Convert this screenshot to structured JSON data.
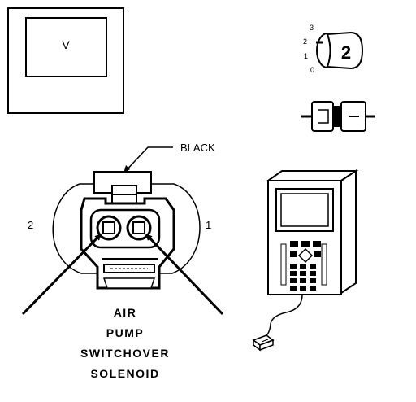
{
  "voltmeter": {
    "display_label": "V"
  },
  "ignition_switch": {
    "positions": [
      "3",
      "2",
      "1",
      "0"
    ],
    "current_position": "2"
  },
  "connector": {
    "color_label": "BLACK",
    "pin_left_label": "2",
    "pin_right_label": "1"
  },
  "component_label_lines": [
    "AIR",
    "PUMP",
    "SWITCHOVER",
    "SOLENOID"
  ]
}
